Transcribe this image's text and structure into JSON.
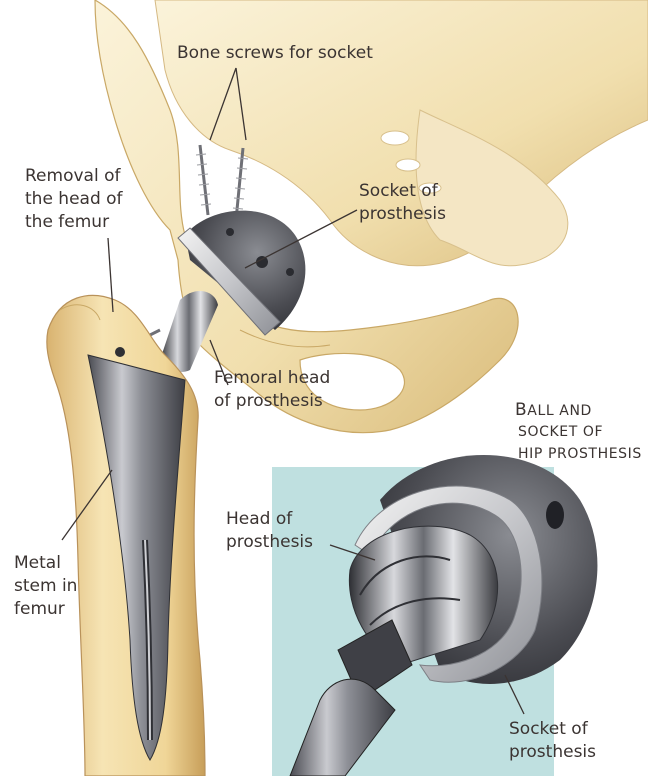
{
  "labels": {
    "bone_screws": "Bone screws for socket",
    "removal_line1": "Removal of",
    "removal_line2": "the head of",
    "removal_line3": "the femur",
    "socket_top_line1": "Socket of",
    "socket_top_line2": "prosthesis",
    "femoral_line1": "Femoral head",
    "femoral_line2": "of prosthesis",
    "ball_socket_line1_first": "B",
    "ball_socket_line1_rest": "ALL AND",
    "ball_socket_line2": "SOCKET OF",
    "ball_socket_line3": "HIP PROSTHESIS",
    "head_line1": "Head of",
    "head_line2": "prosthesis",
    "metal_line1": "Metal",
    "metal_line2": "stem in",
    "metal_line3": "femur",
    "socket_bottom_line1": "Socket of",
    "socket_bottom_line2": "prosthesis"
  },
  "colors": {
    "bone_light": "#f6e9c4",
    "bone_shade": "#e7cf94",
    "bone_dark": "#c9a866",
    "metal_light": "#e6e6e6",
    "metal_mid": "#9c9ea3",
    "metal_dark": "#3f4046",
    "inset_bg": "#bfe0e0",
    "label_text": "#3b3432"
  }
}
